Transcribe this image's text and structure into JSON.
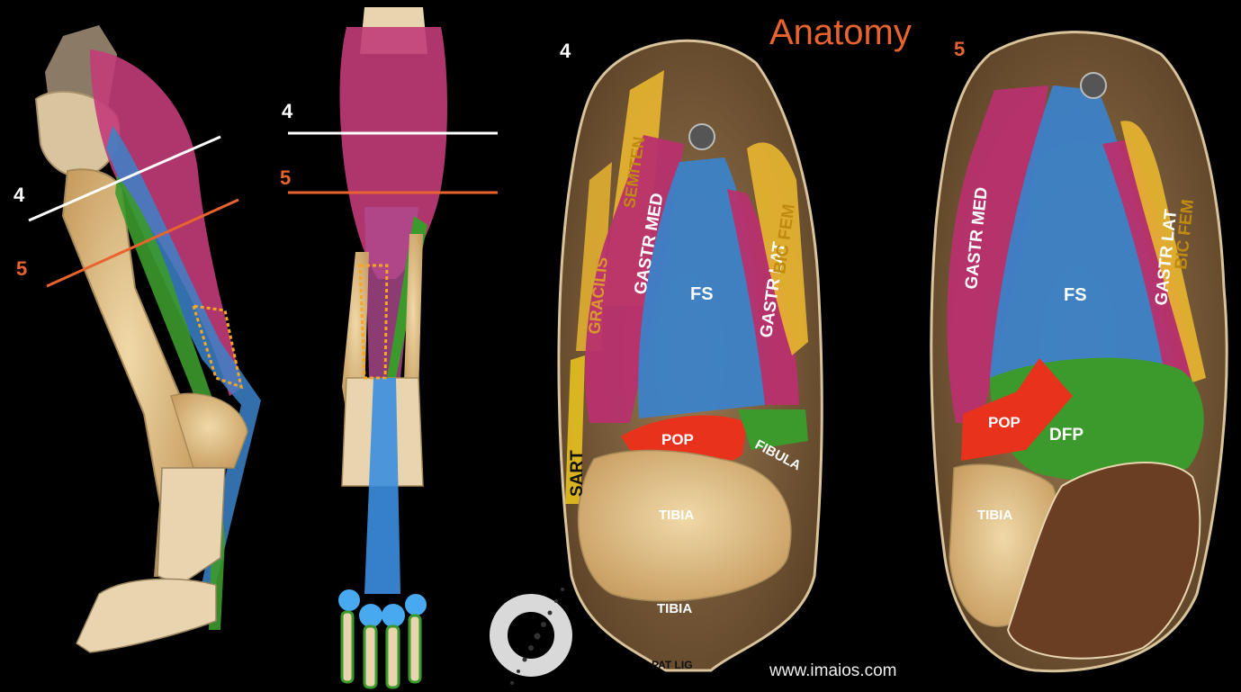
{
  "title": "Anatomy",
  "website": "www.imaios.com",
  "colors": {
    "accent": "#e8632e",
    "muscle_pink": "#c23c78",
    "flexor_blue": "#3c82c8",
    "deep_green": "#3c9a2c",
    "pop_red": "#e8321c",
    "semi_gold": "#e6b430",
    "bone": "#e2c79a"
  },
  "levels": [
    {
      "number": "4",
      "color": "#ffffff"
    },
    {
      "number": "5",
      "color": "#e8632e"
    }
  ],
  "sections": [
    {
      "level": "4",
      "labels": {
        "semiten": "SEMITEN",
        "gracilis": "GRACILIS",
        "gastr_med": "GASTR MED",
        "fs": "FS",
        "gastr_lat": "GASTR LAT",
        "bic_fem": "BIC FEM",
        "sart": "SART",
        "pop": "POP",
        "fibula": "FIBULA",
        "tibia_upper": "TIBIA",
        "tibia_lower": "TIBIA",
        "pat_lig": "PAT LIG"
      }
    },
    {
      "level": "5",
      "labels": {
        "gastr_med": "GASTR MED",
        "fs": "FS",
        "gastr_lat": "GASTR LAT",
        "bic_fem": "BIC FEM",
        "pop": "POP",
        "dfp": "DFP",
        "tibia": "TIBIA"
      }
    }
  ]
}
